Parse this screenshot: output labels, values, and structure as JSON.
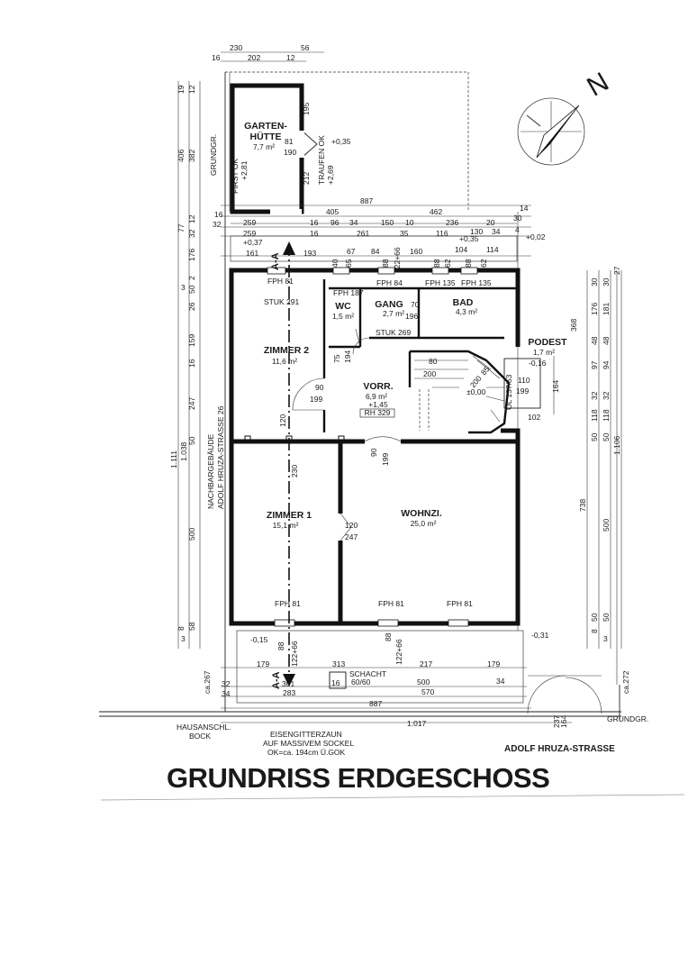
{
  "title": "GRUNDRISS ERDGESCHOSS",
  "north": "N",
  "street": "ADOLF HRUZA-STRASSE",
  "neighbor": {
    "line1": "NACHBARGEBÄUDE",
    "line2": "ADOLF HRUZA-STRASSE 26"
  },
  "rooms": {
    "gartenhuette": {
      "name1": "GARTEN-",
      "name2": "HÜTTE",
      "area": "7,7 m²"
    },
    "zimmer2": {
      "name": "ZIMMER 2",
      "area": "11,6 m²"
    },
    "wc": {
      "name": "WC",
      "area": "1,5 m²"
    },
    "gang": {
      "name": "GANG",
      "area": "2,7 m²"
    },
    "bad": {
      "name": "BAD",
      "area": "4,3 m²"
    },
    "vorraum": {
      "name": "VORR.",
      "area": "6,9 m²",
      "level": "+1,45",
      "rh": "RH 329"
    },
    "zimmer1": {
      "name": "ZIMMER 1",
      "area": "15,1 m²"
    },
    "wohnzimmer": {
      "name": "WOHNZI.",
      "area": "25,0 m²"
    },
    "podest": {
      "name": "PODEST",
      "area": "1,7 m²"
    }
  },
  "labels": {
    "grundgr_left": "GRUNDGR.",
    "grundgr_right": "GRUNDGR.",
    "first_ok": "FIRST OK",
    "first_ok_val": "+2,81",
    "traufen_ok": "TRAUFEN OK",
    "traufen_ok_val": "+2,69",
    "section_top": "A-A",
    "section_bottom": "A-A",
    "hausanschl_1": "HAUSANSCHL.",
    "hausanschl_2": "BOCK",
    "zaun_1": "EISENGITTERZAUN",
    "zaun_2": "AUF MASSIVEM SOCKEL",
    "zaun_3": "OK=ca. 194cm Ü.GOK",
    "schacht_1": "SCHACHT",
    "schacht_2": "60/60",
    "stuk_291": "STUK 291",
    "stuk_269": "STUK 269",
    "fph_81_z2": "FPH 81",
    "fph_187": "FPH 187",
    "fph_84": "FPH 84",
    "fph_135a": "FPH 135",
    "fph_135b": "FPH 135",
    "fph_81_z1": "FPH 81",
    "fph_81_wz1": "FPH 81",
    "fph_81_wz2": "FPH 81",
    "ol": "OL 137/53",
    "lvl_035_top": "+0,35",
    "lvl_037": "+0,37",
    "lvl_035_b": "+0,35",
    "lvl_002": "+0,02",
    "lvl_016": "-0,16",
    "lvl_000": "±0,00",
    "lvl_015": "-0,15",
    "lvl_031": "-0,31"
  },
  "dims": {
    "top_230": "230",
    "top_56": "56",
    "top_16": "16",
    "top_202": "202",
    "top_12": "12",
    "r887": "887",
    "r405": "405",
    "r462": "462",
    "r14": "14",
    "r16a": "16",
    "r259a": "259",
    "r16b": "16",
    "r96": "96",
    "r34a": "34",
    "r150": "150",
    "r10": "10",
    "r236": "236",
    "r20": "20",
    "r30": "30",
    "r32a": "32",
    "r259b": "259",
    "r16c": "16",
    "r261": "261",
    "r35": "35",
    "r116": "116",
    "r130": "130",
    "r34b": "34",
    "r4": "4",
    "r161": "161",
    "r193": "193",
    "r67": "67",
    "r84": "84",
    "r160": "160",
    "r114": "114",
    "r40": "40",
    "r65": "65",
    "r88a": "88",
    "r122_66a": "122+66",
    "r88b": "88",
    "r62a": "62",
    "r104": "104",
    "r88c": "88",
    "r62b": "62",
    "g195": "195",
    "g81": "81",
    "g190": "190",
    "g212": "212",
    "w70": "70",
    "w196": "196",
    "w75": "75",
    "w194": "194",
    "w90a": "90",
    "w199a": "199",
    "w120a": "120",
    "w230": "230",
    "w90b": "90",
    "w199b": "199",
    "w120b": "120",
    "w247": "247",
    "s80": "80",
    "s200a": "200",
    "s85": "85",
    "s200b": "200",
    "s110": "110",
    "s199": "199",
    "s164": "164",
    "s102": "102",
    "b88a": "88",
    "b122_66a": "122+66",
    "b88b": "88",
    "b122_66b": "122+66",
    "b179a": "179",
    "b313": "313",
    "b217": "217",
    "b179b": "179",
    "b32": "32",
    "b301": "301",
    "b16": "16",
    "b500": "500",
    "b34": "34",
    "b34b": "34",
    "b283": "283",
    "b570": "570",
    "b887": "887",
    "b1017": "1.017",
    "b237": "237",
    "b164": "164",
    "l19": "19",
    "l12a": "12",
    "l406": "406",
    "l382": "382",
    "l77": "77",
    "l12b": "12",
    "l32": "32",
    "l176": "176",
    "l3": "3",
    "l2": "2",
    "l50a": "50",
    "l26": "26",
    "l159": "159",
    "l16": "16",
    "l247": "247",
    "l50b": "50",
    "l500": "500",
    "l1111": "1.111",
    "l1038": "1.038",
    "l8": "8",
    "l3b": "3",
    "l58": "58",
    "l_ca267": "ca.267",
    "rr27": "27",
    "rr30": "30",
    "rr176": "176",
    "rr181": "181",
    "rr48a": "48",
    "rr48b": "48",
    "rr97": "97",
    "rr94": "94",
    "rr32": "32",
    "rr118a": "118",
    "rr118b": "118",
    "rr50a": "50",
    "rr50b": "50",
    "rr368": "368",
    "rr738": "738",
    "rr500": "500",
    "rr1106": "1.106",
    "rr8": "8",
    "rr50c": "50",
    "rr3": "3",
    "rr50d": "50",
    "rr_ca272": "ca.272"
  }
}
